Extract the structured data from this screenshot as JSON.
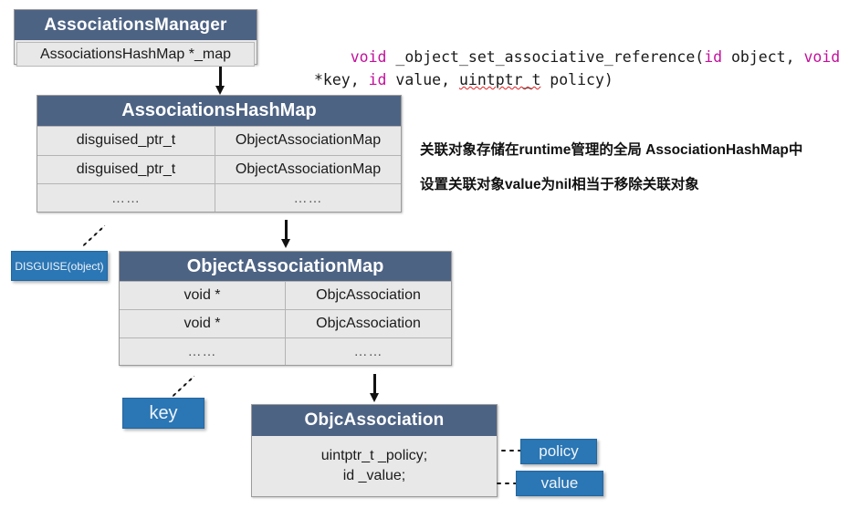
{
  "diagram": {
    "title": "Objective-C Associated Objects storage structure",
    "colors": {
      "header_blue": "#4d6384",
      "tag_blue": "#2b76b4",
      "cell_gray": "#e8e8e8",
      "border_gray": "#9b9b9b",
      "keyword_magenta": "#c3119b",
      "spellcheck_red": "#e02020"
    },
    "code": {
      "line1_part1": "void",
      "line1_part2": " _object_set_associative_reference(",
      "line1_part3": "id",
      "line1_part4": " object, ",
      "line1_part5": "void",
      "line2_part1": "*key, ",
      "line2_part2": "id",
      "line2_part3": " value, ",
      "line2_part4": "uintptr_t",
      "line2_part5": " policy)",
      "full_text": "void _object_set_associative_reference(id object, void *key, id value, uintptr_t policy)"
    },
    "notes": [
      "关联对象存储在runtime管理的全局 AssociationHashMap中",
      "设置关联对象value为nil相当于移除关联对象"
    ],
    "manager": {
      "header": "AssociationsManager",
      "field": "AssociationsHashMap *_map"
    },
    "hashmap": {
      "header": "AssociationsHashMap",
      "rows": [
        {
          "key": "disguised_ptr_t",
          "value": "ObjectAssociationMap"
        },
        {
          "key": "disguised_ptr_t",
          "value": "ObjectAssociationMap"
        },
        {
          "key": "……",
          "value": "……"
        }
      ]
    },
    "objectmap": {
      "header": "ObjectAssociationMap",
      "rows": [
        {
          "key": "void *",
          "value": "ObjcAssociation"
        },
        {
          "key": "void *",
          "value": "ObjcAssociation"
        },
        {
          "key": "……",
          "value": "……"
        }
      ]
    },
    "association": {
      "header": "ObjcAssociation",
      "field_line1": "uintptr_t _policy;",
      "field_line2": "id _value;"
    },
    "tags": {
      "disguise": "DISGUISE(object)",
      "key": "key",
      "policy": "policy",
      "value": "value"
    }
  }
}
